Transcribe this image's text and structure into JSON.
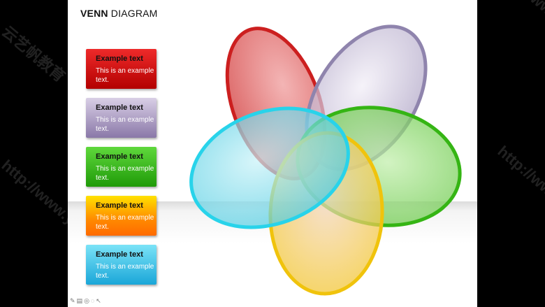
{
  "title": {
    "bold": "VENN",
    "rest": " DIAGRAM"
  },
  "cards": [
    {
      "heading": "Example text",
      "text": "This is an example text."
    },
    {
      "heading": "Example text",
      "text": "This is an example text."
    },
    {
      "heading": "Example text",
      "text": "This is an example text."
    },
    {
      "heading": "Example text",
      "text": "This is an example text."
    },
    {
      "heading": "Example text",
      "text": "This is an example text."
    }
  ],
  "colors": {
    "red": "#d42a2a",
    "purple": "#9b8fb8",
    "green": "#3cbf1a",
    "orange": "#f3c21a",
    "cyan": "#2fd0e6",
    "background": "#000000"
  },
  "toolbar_icons": [
    "pen-icon",
    "slides-icon",
    "zoom-icon",
    "settings-icon",
    "pointer-icon"
  ],
  "watermark": {
    "line1": "http://www.yzfjy.com",
    "line2": "云艺帆教育"
  }
}
